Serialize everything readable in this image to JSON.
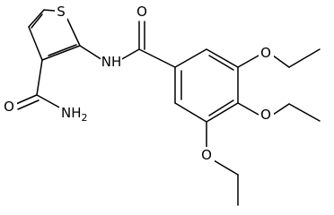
{
  "molecule": {
    "labels": {
      "sulfur": "S",
      "amide_nh": "NH",
      "carbonyl_o_top": "O",
      "carbonyl_o_left": "O",
      "amide_nh2": "NH",
      "amide_nh2_subscript": "2",
      "ether_o_top": "O",
      "ether_o_right": "O",
      "ether_o_bottom": "O"
    }
  }
}
